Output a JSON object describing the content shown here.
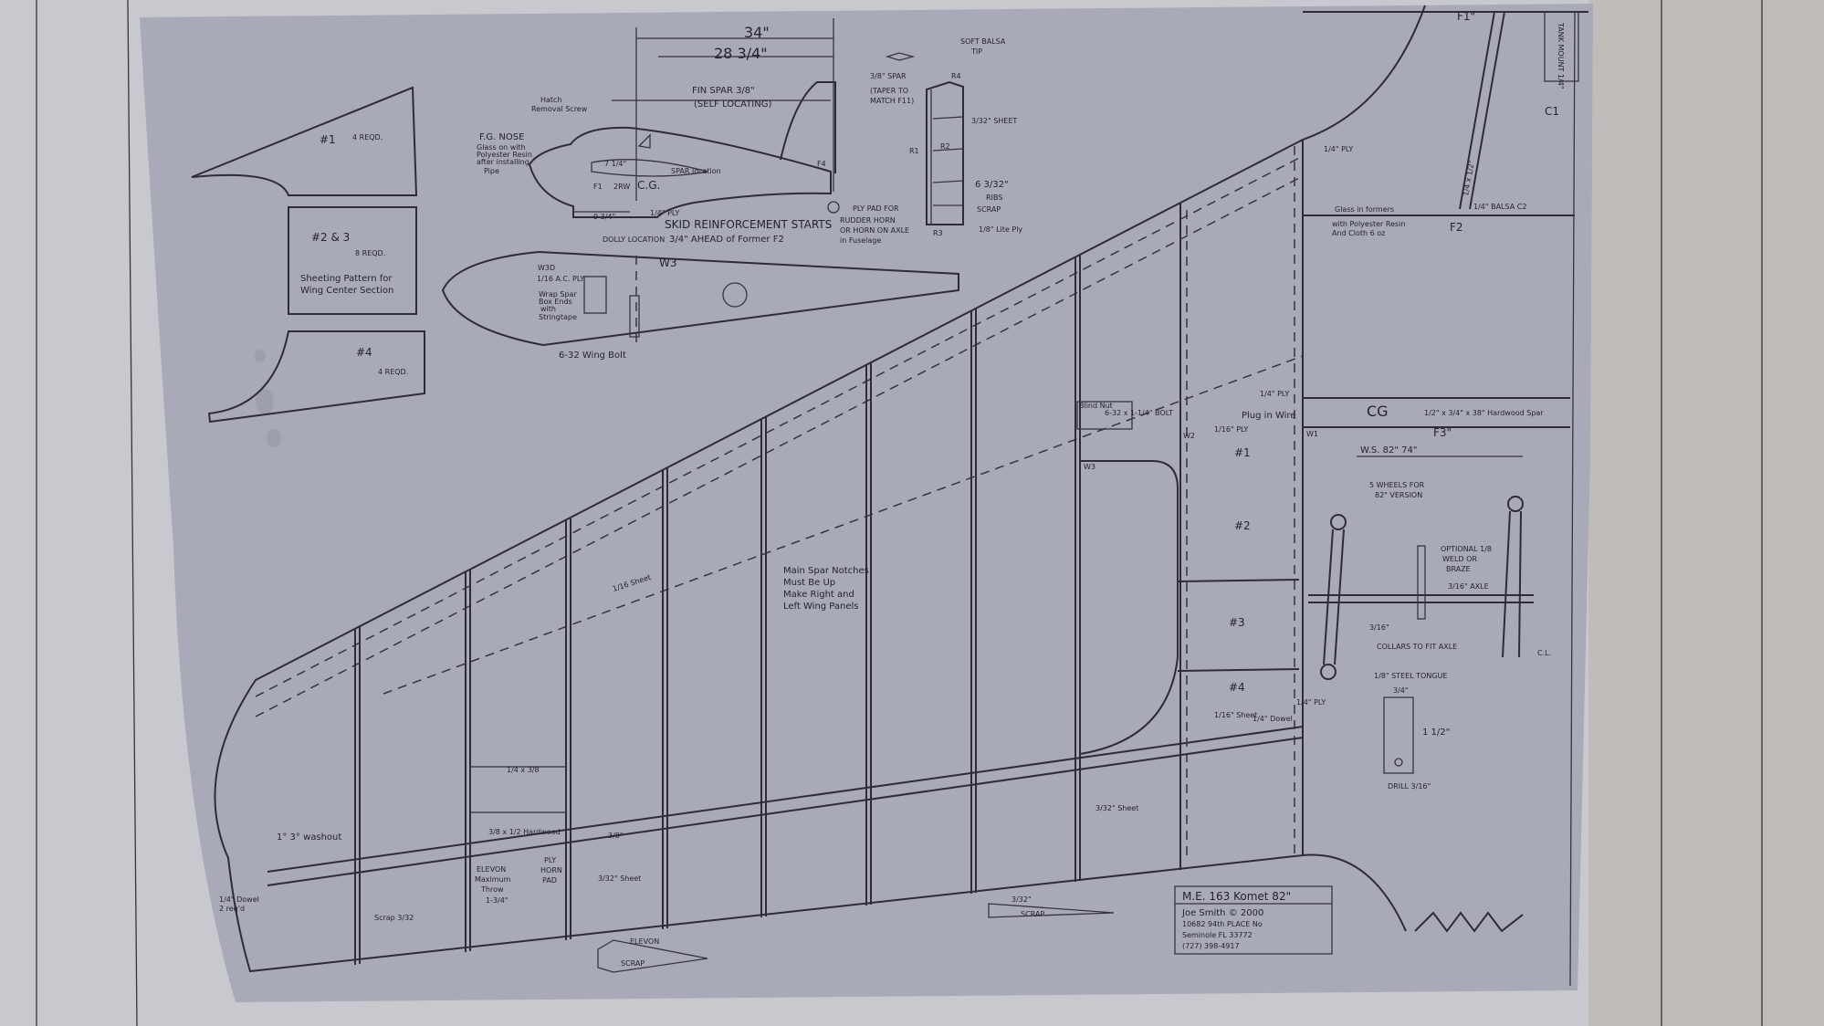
{
  "colors": {
    "paper": "#a8aab8",
    "ink": "#2c2d36",
    "wall_left": "#c8c9ce",
    "wall_right": "#bfbcb9"
  },
  "fuselage_view": {
    "dim_overall": "34\"",
    "dim_fin": "28 3/4\"",
    "fin_spar": "FIN SPAR 3/8\"",
    "fin_spar_note": "(SELF LOCATING)",
    "hatch_1": "Hatch",
    "hatch_2": "Removal Screw",
    "nose": "F.G. NOSE",
    "nose_note": [
      "Glass on with",
      "Polyester Resin",
      "after installing",
      "Pipe"
    ],
    "dim_spar": "7 1/4\"",
    "spar_location": "SPAR location",
    "cg": "C.G.",
    "rw": "2RW",
    "f1": "F1",
    "f4": "F4",
    "dim_nose": "9 3/4\"",
    "ply": "1/4\" PLY",
    "skid_1": "SKID REINFORCEMENT STARTS",
    "skid_2": "3/4\" AHEAD of Former F2",
    "dolly": "DOLLY LOCATION",
    "ply_pad": [
      "PLY PAD FOR",
      "RUDDER HORN",
      "OR HORN ON AXLE",
      "in Fuselage"
    ]
  },
  "rudder": {
    "tip_1": "SOFT BALSA",
    "tip_2": "TIP",
    "spar_1": "3/8\" SPAR",
    "spar_2": "(TAPER TO",
    "spar_3": "MATCH F11)",
    "r4": "R4",
    "sheet": "3/32\" SHEET",
    "r2": "R2",
    "r1": "R1",
    "ribs_1": "6 3/32\"",
    "ribs_2": "RIBS",
    "ribs_3": "SCRAP",
    "r3": "R3",
    "lite_ply": "1/8\" Lite Ply"
  },
  "wing_section": {
    "w3": "W3",
    "w3d": "W3D",
    "ac_ply": "1/16 A.C. PLY",
    "wrap": [
      "Wrap Spar",
      "Box Ends",
      "with",
      "Stringtape"
    ],
    "bolt": "6-32 Wing Bolt"
  },
  "templates": {
    "t1": "#1",
    "t1_req": "4 REQD.",
    "t23": "#2 & 3",
    "t23_req": "8 REQD.",
    "t23_note_1": "Sheeting Pattern for",
    "t23_note_2": "Wing Center Section",
    "t4": "#4",
    "t4_req": "4 REQD."
  },
  "formers": {
    "f1": "F1\"",
    "tank_mount": "TANK MOUNT 1/4\"",
    "c1": "C1",
    "strip": "1/4 x 1/2\"",
    "balsa": "1/4\" BALSA  C2",
    "glass_1": "Glass in formers",
    "glass_2": "with Polyester Resin",
    "glass_3": "And Cloth 6 oz",
    "f2": "F2",
    "ply": "1/4\" PLY"
  },
  "center": {
    "cg": "CG",
    "spar": "1/2\" x 3/4\" x 38\"  Hardwood Spar",
    "plug": "Plug in Wire",
    "ply_top": "1/4\" PLY",
    "bolt": "6-32 x 1-1/4\" BOLT",
    "blind_nut": "Blind Nut",
    "ply_16": "1/16\" PLY",
    "w1": "W1",
    "w2": "W2",
    "w3": "W3",
    "n1": "#1",
    "f3": "F3\"",
    "ws": "W.S. 82\"  74\""
  },
  "gear": {
    "wheels_1": "5 WHEELS FOR",
    "wheels_2": "82\" VERSION",
    "opt_1": "OPTIONAL 1/8",
    "opt_2": "WELD OR",
    "opt_3": "BRAZE",
    "axle": "3/16\" AXLE",
    "collar_dim": "3/16\"",
    "collars": "COLLARS TO FIT AXLE",
    "cl": "C.L.",
    "tongue": "1/8\" STEEL TONGUE",
    "tongue_w": "3/4\"",
    "tongue_h": "1 1/2\"",
    "drill": "DRILL 3/16\""
  },
  "wing": {
    "sheet_16": "1/16 Sheet",
    "notes": [
      "Main Spar Notches",
      "Must Be Up",
      "Make Right and",
      "Left Wing Panels"
    ],
    "washout": "1° 3° washout",
    "elevon_note": [
      "ELEVON",
      "Maximum",
      "Throw",
      "1-3/4\""
    ],
    "horn_pad": [
      "PLY",
      "HORN",
      "PAD"
    ],
    "sheet_32": "3/32\" Sheet",
    "spar_38": "3/8\"",
    "scrap": "Scrap 3/32",
    "dowel": "1/4\" Dowel",
    "dowel_2": "2 req'd",
    "elevon_label": "ELEVON",
    "elevon_scrap": "SCRAP",
    "strip_1": "1/4 x 3/8",
    "strip_2": "3/8 x 1/2 Hardwood",
    "n2": "#2",
    "n3": "#3",
    "n4": "#4",
    "sheet_16b": "1/16\" Sheet",
    "dowel_b": "1/4\" Dowel",
    "ply_b": "1/4\" PLY",
    "sheet_32b": "3/32\" Sheet",
    "tail_32": "3/32\"",
    "tail_scrap": "SCRAP"
  },
  "title_block": {
    "title": "M.E. 163 Komet 82\"",
    "designer": "Joe Smith © 2000",
    "address": "10682 94th PLACE No",
    "city": "Seminole FL 33772",
    "phone": "(727) 398-4917"
  }
}
